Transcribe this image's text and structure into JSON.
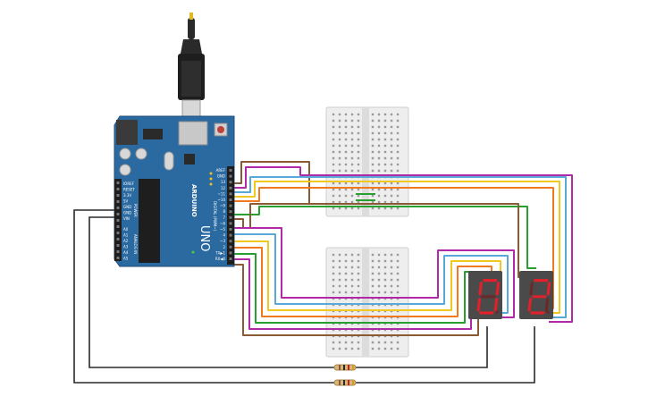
{
  "board": {
    "brand": "ARDUINO",
    "model": "UNO",
    "power_labels": [
      "IOREF",
      "RESET",
      "3.3V",
      "5V",
      "GND",
      "GND",
      "VIN"
    ],
    "analog_labels": [
      "A0",
      "A1",
      "A2",
      "A3",
      "A4",
      "A5"
    ],
    "section_power": "POWER",
    "section_analog": "ANALOG IN",
    "section_digital": "DIGITAL (PWM~)",
    "digital_labels": [
      "AREF",
      "GND",
      "13",
      "12",
      "~11",
      "~10",
      "~9",
      "8",
      "7",
      "~6",
      "~5",
      "4",
      "~3",
      "2",
      "TX▶1",
      "RX◀0"
    ]
  },
  "displays": [
    {
      "name": "left",
      "digit": "0"
    },
    {
      "name": "right",
      "digit": "2"
    }
  ],
  "colors": {
    "board": "#2b6aa0",
    "breadboard": "#eeeeee",
    "display_body": "#4a4a4a",
    "segment_on": "#e0202a",
    "segment_off": "#6a2a2a",
    "wire_brown": "#8a5a34",
    "wire_magenta": "#b02aa8",
    "wire_blue": "#58a8d8",
    "wire_yellow": "#f0c820",
    "wire_orange": "#f07a20",
    "wire_green": "#28a030",
    "wire_black": "#2a2a2a"
  },
  "icons": [
    "usb-cable-icon",
    "reset-button-icon",
    "resistor-icon"
  ]
}
